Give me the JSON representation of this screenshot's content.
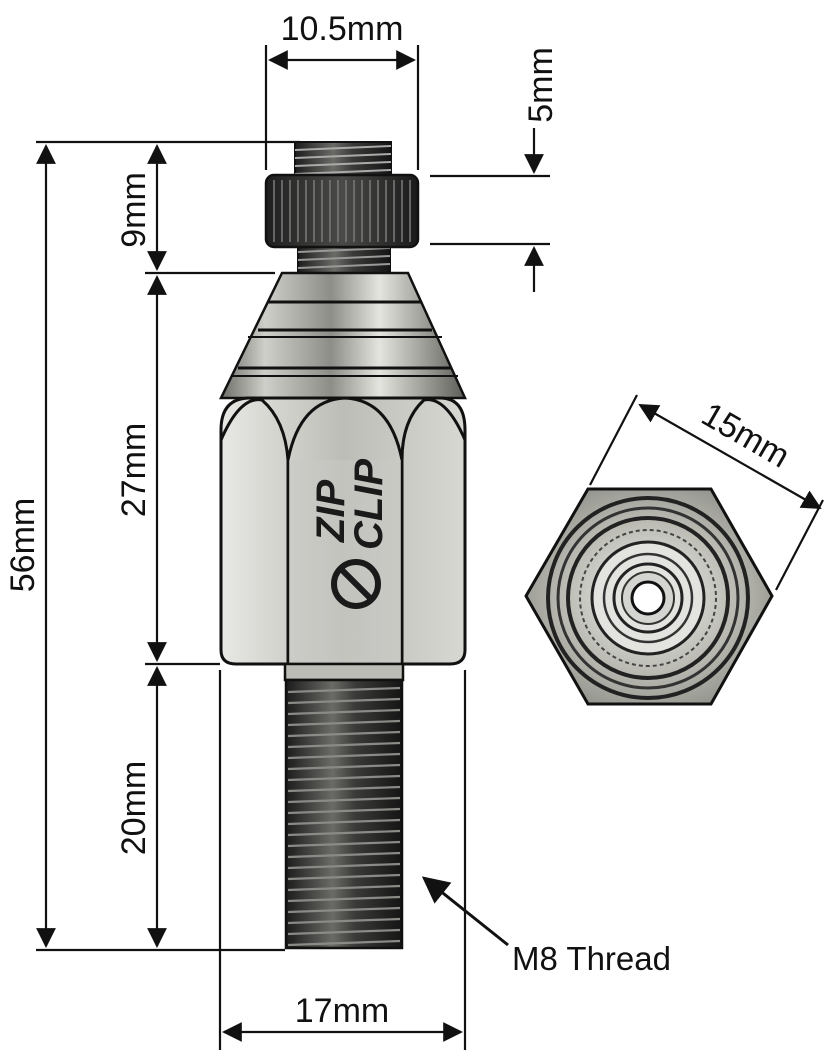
{
  "dimensions": {
    "top_width": "10.5mm",
    "knurl_height": "5mm",
    "top_height": "9mm",
    "body_height": "27mm",
    "overall_height": "56mm",
    "thread_length": "20mm",
    "body_width": "17mm",
    "hex_across_flats": "15mm"
  },
  "callout": {
    "thread": "M8 Thread"
  },
  "logo": {
    "line1": "ZIP",
    "line2": "CLIP"
  },
  "colors": {
    "line": "#111111",
    "metal_light": "#d9d9d4",
    "metal_mid": "#a8a8a2",
    "metal_dark": "#55554f",
    "thread_dark": "#2a2a2a"
  }
}
